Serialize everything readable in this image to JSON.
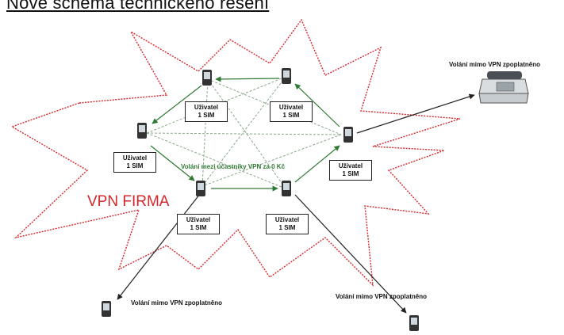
{
  "title": "Nové schéma technického řešení",
  "vpn_label": "VPN FIRMA",
  "free_calls_label": "Volání mezi účastníky VPN za 0 Kč",
  "user_boxes": [
    {
      "line1": "Uživatel",
      "line2": "1 SIM"
    },
    {
      "line1": "Uživatel",
      "line2": "1 SIM"
    },
    {
      "line1": "Uživatel",
      "line2": "1 SIM"
    },
    {
      "line1": "Uživatel",
      "line2": "1 SIM"
    },
    {
      "line1": "Uživatel",
      "line2": "1 SIM"
    },
    {
      "line1": "Uživatel",
      "line2": "1 SIM"
    }
  ],
  "external_call_labels": [
    "Volání mimo VPN zpoplatněno",
    "Volání mimo VPN zpoplatněno",
    "Volání mimo VPN zpoplatněno"
  ],
  "colors": {
    "outline": "#d5272b",
    "internal_links": "#2f7a33",
    "arrows": "#222222"
  },
  "icons": [
    "mobile-phone-icon",
    "desk-phone-icon"
  ]
}
